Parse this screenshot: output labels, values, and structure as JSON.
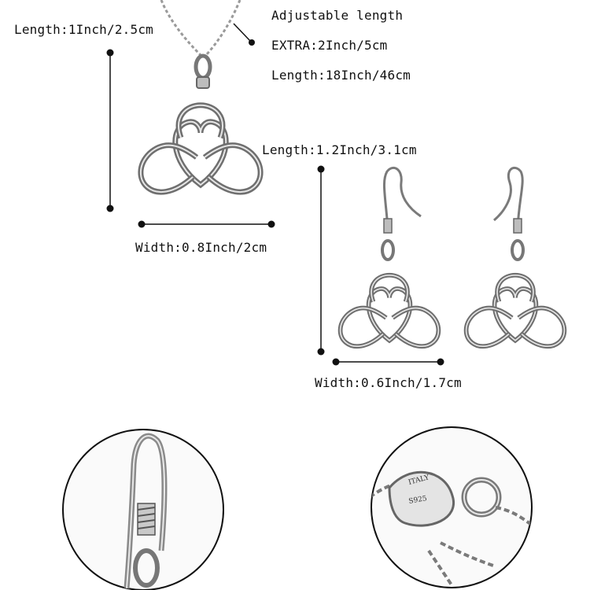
{
  "necklace": {
    "length_label": "Length:1Inch/2.5cm",
    "width_label": "Width:0.8Inch/2cm",
    "chain": {
      "adjustable_label": "Adjustable length",
      "extra_label": "EXTRA:2Inch/5cm",
      "length_label": "Length:18Inch/46cm"
    }
  },
  "earrings": {
    "length_label": "Length:1.2Inch/3.1cm",
    "width_label": "Width:0.6Inch/1.7cm"
  },
  "details": {
    "hook_closeup": "earring-hook-closeup",
    "clasp_stamp_top": "ITALY",
    "clasp_stamp_bottom": "S925"
  },
  "colors": {
    "silver": "#7a7a7a",
    "dimension_line": "#111111",
    "background": "#ffffff"
  }
}
